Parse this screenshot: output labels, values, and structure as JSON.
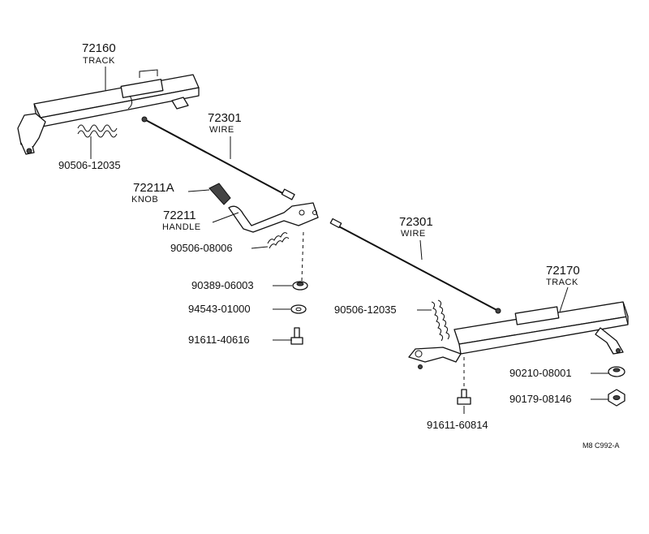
{
  "labels": {
    "track_left_number": "72160",
    "track_left_caption": "TRACK",
    "spring_left": "90506-12035",
    "wire_upper_number": "72301",
    "wire_upper_caption": "WIRE",
    "knob_number": "72211A",
    "knob_caption": "KNOB",
    "handle_number": "72211",
    "handle_caption": "HANDLE",
    "spring_handle": "90506-08006",
    "nut_handle": "90389-06003",
    "washer": "94543-01000",
    "bolt_handle": "91611-40616",
    "wire_lower_number": "72301",
    "wire_lower_caption": "WIRE",
    "spring_right": "90506-12035",
    "track_right_number": "72170",
    "track_right_caption": "TRACK",
    "nut_right_1": "90210-08001",
    "nut_right_2": "90179-08146",
    "bolt_right": "91611-60814",
    "diagram_ref": "M8  C992-A"
  },
  "icons": [
    "seat-track",
    "wire-cable",
    "tension-spring",
    "knob",
    "release-handle",
    "nut",
    "washer",
    "bolt"
  ]
}
